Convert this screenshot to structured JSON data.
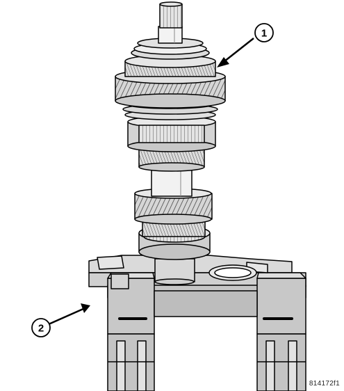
{
  "figure": {
    "id_label": "814172f1",
    "colors": {
      "line": "#000000",
      "gray": "#c8c8c8",
      "light_gray": "#dedede",
      "background": "#ffffff"
    },
    "callouts": [
      {
        "number": "1"
      },
      {
        "number": "2"
      }
    ]
  }
}
